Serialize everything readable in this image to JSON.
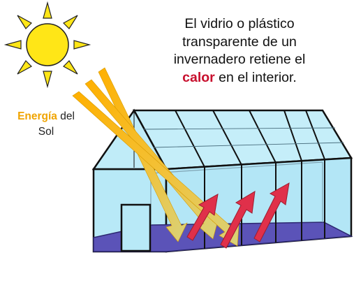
{
  "caption": {
    "line1": "El vidrio o plástico",
    "line2": "transparente de un",
    "line3": "invernadero retiene el",
    "line4_highlight": "calor",
    "line4_rest": " en el interior."
  },
  "sun_label": {
    "highlight": "Energía",
    "rest": " del",
    "line2": "Sol"
  },
  "colors": {
    "sun": "#ffe617",
    "sunlight_beam": "#f6b500",
    "heat_arrow": "#e0304a",
    "glass": "#b8e9f7",
    "floor": "#5b53b8",
    "frame": "#111111"
  }
}
